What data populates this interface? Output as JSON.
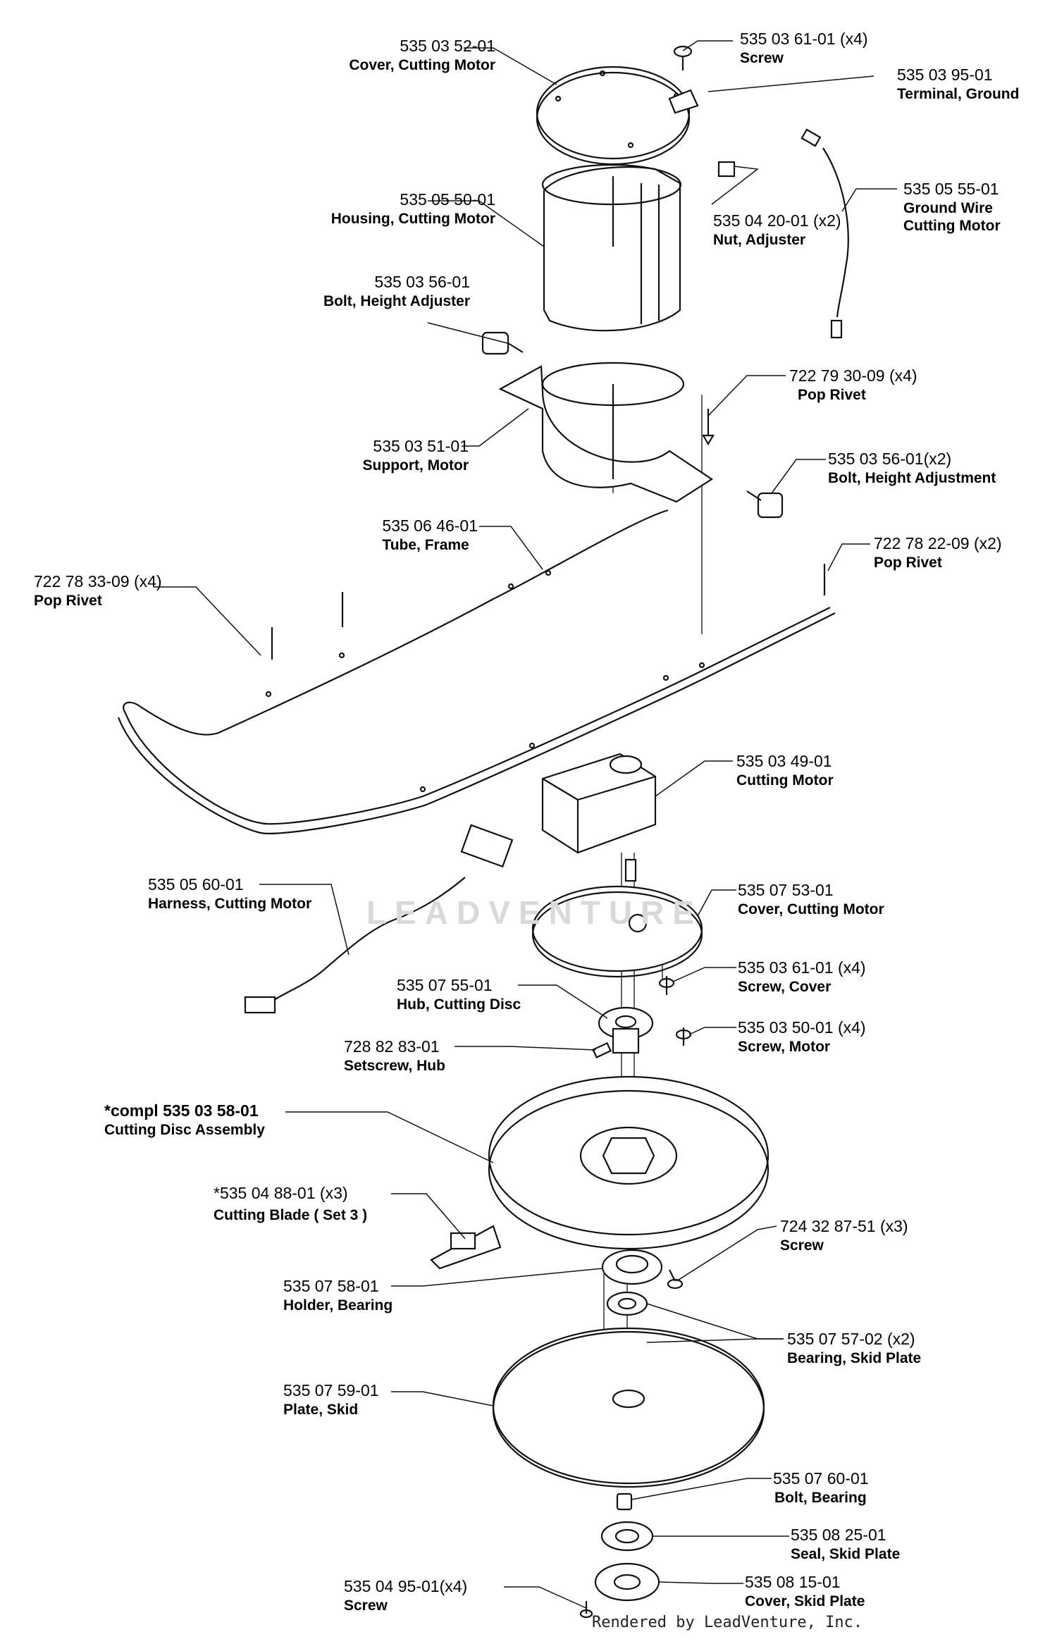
{
  "watermark": "LEADVENTURE",
  "footer": "Rendered by LeadVenture, Inc.",
  "parts": [
    {
      "key": "p1",
      "number": "535 03 52-01",
      "desc": "Cover, Cutting Motor"
    },
    {
      "key": "p2",
      "number": "535 03 61-01 (x4)",
      "desc": "Screw"
    },
    {
      "key": "p3",
      "number": "535 03 95-01",
      "desc": "Terminal, Ground"
    },
    {
      "key": "p4",
      "number": "535 05 55-01",
      "desc": "Ground Wire\nCutting Motor"
    },
    {
      "key": "p5",
      "number": "535 05 50-01",
      "desc": "Housing, Cutting Motor"
    },
    {
      "key": "p6",
      "number": "535 04 20-01 (x2)",
      "desc": "Nut, Adjuster"
    },
    {
      "key": "p7",
      "number": "535 03 56-01",
      "desc": "Bolt, Height Adjuster"
    },
    {
      "key": "p8",
      "number": "722 79 30-09 (x4)",
      "desc": "Pop Rivet"
    },
    {
      "key": "p9",
      "number": "535 03 51-01",
      "desc": "Support, Motor"
    },
    {
      "key": "p10",
      "number": "535 03 56-01(x2)",
      "desc": "Bolt, Height Adjustment"
    },
    {
      "key": "p11",
      "number": "535 06 46-01",
      "desc": "Tube, Frame"
    },
    {
      "key": "p12",
      "number": "722 78 22-09 (x2)",
      "desc": "Pop Rivet"
    },
    {
      "key": "p13",
      "number": "722 78 33-09 (x4)",
      "desc": "Pop Rivet"
    },
    {
      "key": "p14",
      "number": "535 03 49-01",
      "desc": "Cutting Motor"
    },
    {
      "key": "p15",
      "number": "535 05 60-01",
      "desc": "Harness, Cutting Motor"
    },
    {
      "key": "p16",
      "number": "535 07 53-01",
      "desc": "Cover, Cutting Motor"
    },
    {
      "key": "p17",
      "number": "535 03 61-01 (x4)",
      "desc": "Screw, Cover"
    },
    {
      "key": "p18",
      "number": "535 07 55-01",
      "desc": "Hub, Cutting Disc"
    },
    {
      "key": "p19",
      "number": "535 03 50-01 (x4)",
      "desc": "Screw, Motor"
    },
    {
      "key": "p20",
      "number": "728 82 83-01",
      "desc": "Setscrew, Hub"
    },
    {
      "key": "p21",
      "number": "*compl 535 03 58-01",
      "desc": "Cutting Disc Assembly"
    },
    {
      "key": "p22",
      "number": "*535 04 88-01 (x3)",
      "desc": "Cutting Blade ( Set 3 )"
    },
    {
      "key": "p23",
      "number": "724 32 87-51 (x3)",
      "desc": "Screw"
    },
    {
      "key": "p24",
      "number": "535 07 58-01",
      "desc": "Holder, Bearing"
    },
    {
      "key": "p25",
      "number": "535 07 57-02 (x2)",
      "desc": "Bearing, Skid Plate"
    },
    {
      "key": "p26",
      "number": "535 07 59-01",
      "desc": "Plate, Skid"
    },
    {
      "key": "p27",
      "number": "535 07 60-01",
      "desc": "Bolt, Bearing"
    },
    {
      "key": "p28",
      "number": "535 08 25-01",
      "desc": "Seal, Skid Plate"
    },
    {
      "key": "p29",
      "number": "535 04 95-01(x4)",
      "desc": "Screw"
    },
    {
      "key": "p30",
      "number": "535 08 15-01",
      "desc": "Cover, Skid Plate"
    }
  ]
}
